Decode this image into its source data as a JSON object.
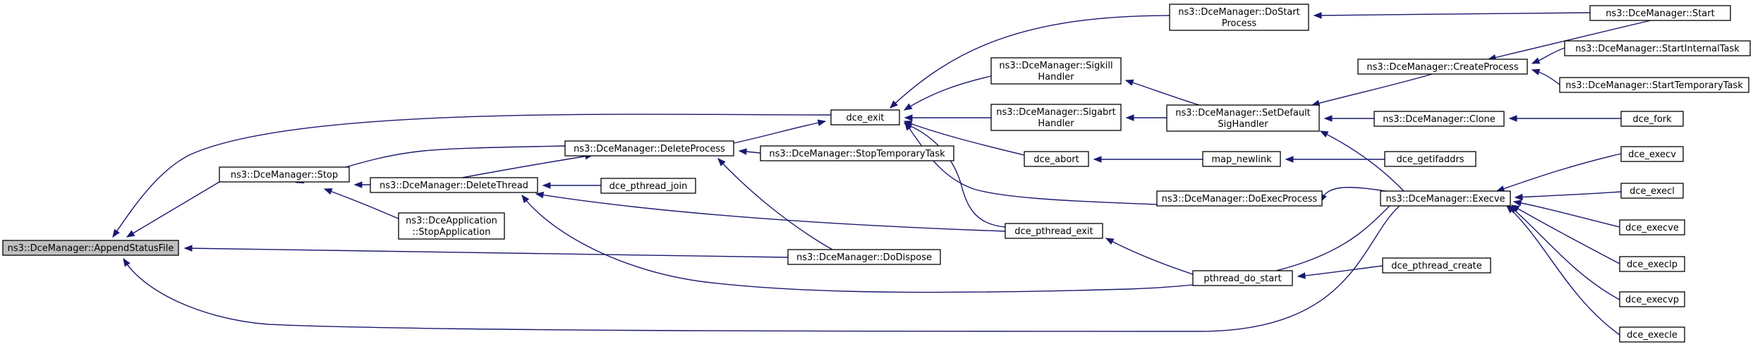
{
  "graph": {
    "edge_color": "#191970",
    "root_fill": "#bfbfbf",
    "node_fill": "#ffffff",
    "nodes": [
      {
        "id": "append",
        "lines": [
          "ns3::DceManager::AppendStatusFile"
        ],
        "root": true
      },
      {
        "id": "dce_exit",
        "lines": [
          "dce_exit"
        ]
      },
      {
        "id": "stop",
        "lines": [
          "ns3::DceManager::Stop"
        ]
      },
      {
        "id": "dodispose",
        "lines": [
          "ns3::DceManager::DoDispose"
        ]
      },
      {
        "id": "execve",
        "lines": [
          "ns3::DceManager::Execve"
        ]
      },
      {
        "id": "dostart",
        "lines": [
          "ns3::DceManager::DoStart",
          "Process"
        ]
      },
      {
        "id": "sigkill",
        "lines": [
          "ns3::DceManager::Sigkill",
          "Handler"
        ]
      },
      {
        "id": "sigabrt",
        "lines": [
          "ns3::DceManager::Sigabrt",
          "Handler"
        ]
      },
      {
        "id": "deleteprocess",
        "lines": [
          "ns3::DceManager::DeleteProcess"
        ]
      },
      {
        "id": "dce_abort",
        "lines": [
          "dce_abort"
        ]
      },
      {
        "id": "doexec",
        "lines": [
          "ns3::DceManager::DoExecProcess"
        ]
      },
      {
        "id": "dce_pthread_exit",
        "lines": [
          "dce_pthread_exit"
        ]
      },
      {
        "id": "deletethread",
        "lines": [
          "ns3::DceManager::DeleteThread"
        ]
      },
      {
        "id": "stopapp",
        "lines": [
          "ns3::DceApplication",
          "::StopApplication"
        ]
      },
      {
        "id": "stoptemp",
        "lines": [
          "ns3::DceManager::StopTemporaryTask"
        ]
      },
      {
        "id": "dce_pthread_join",
        "lines": [
          "dce_pthread_join"
        ]
      },
      {
        "id": "setdefault",
        "lines": [
          "ns3::DceManager::SetDefault",
          "SigHandler"
        ]
      },
      {
        "id": "map_newlink",
        "lines": [
          "map_newlink"
        ]
      },
      {
        "id": "pthread_do_start",
        "lines": [
          "pthread_do_start"
        ]
      },
      {
        "id": "start",
        "lines": [
          "ns3::DceManager::Start"
        ]
      },
      {
        "id": "createprocess",
        "lines": [
          "ns3::DceManager::CreateProcess"
        ]
      },
      {
        "id": "clone",
        "lines": [
          "ns3::DceManager::Clone"
        ]
      },
      {
        "id": "dce_getifaddrs",
        "lines": [
          "dce_getifaddrs"
        ]
      },
      {
        "id": "dce_pthread_create",
        "lines": [
          "dce_pthread_create"
        ]
      },
      {
        "id": "startinternal",
        "lines": [
          "ns3::DceManager::StartInternalTask"
        ]
      },
      {
        "id": "starttemporary",
        "lines": [
          "ns3::DceManager::StartTemporaryTask"
        ]
      },
      {
        "id": "dce_fork",
        "lines": [
          "dce_fork"
        ]
      },
      {
        "id": "dce_execv",
        "lines": [
          "dce_execv"
        ]
      },
      {
        "id": "dce_execl",
        "lines": [
          "dce_execl"
        ]
      },
      {
        "id": "dce_execve",
        "lines": [
          "dce_execve"
        ]
      },
      {
        "id": "dce_execlp",
        "lines": [
          "dce_execlp"
        ]
      },
      {
        "id": "dce_execvp",
        "lines": [
          "dce_execvp"
        ]
      },
      {
        "id": "dce_execle",
        "lines": [
          "dce_execle"
        ]
      }
    ],
    "edges": [
      {
        "from": "dce_exit",
        "to": "append"
      },
      {
        "from": "stop",
        "to": "append"
      },
      {
        "from": "dodispose",
        "to": "append"
      },
      {
        "from": "execve",
        "to": "append"
      },
      {
        "from": "dostart",
        "to": "dce_exit"
      },
      {
        "from": "sigkill",
        "to": "dce_exit"
      },
      {
        "from": "sigabrt",
        "to": "dce_exit"
      },
      {
        "from": "deleteprocess",
        "to": "dce_exit"
      },
      {
        "from": "dce_abort",
        "to": "dce_exit"
      },
      {
        "from": "doexec",
        "to": "dce_exit"
      },
      {
        "from": "dce_pthread_exit",
        "to": "dce_exit"
      },
      {
        "from": "deleteprocess",
        "to": "stop"
      },
      {
        "from": "deletethread",
        "to": "stop"
      },
      {
        "from": "stopapp",
        "to": "stop"
      },
      {
        "from": "stoptemp",
        "to": "deleteprocess"
      },
      {
        "from": "dodispose",
        "to": "deleteprocess"
      },
      {
        "from": "deletethread",
        "to": "deleteprocess"
      },
      {
        "from": "dce_pthread_join",
        "to": "deletethread"
      },
      {
        "from": "dce_pthread_exit",
        "to": "deletethread"
      },
      {
        "from": "execve",
        "to": "deletethread"
      },
      {
        "from": "start",
        "to": "dostart"
      },
      {
        "from": "setdefault",
        "to": "sigkill"
      },
      {
        "from": "setdefault",
        "to": "sigabrt"
      },
      {
        "from": "map_newlink",
        "to": "dce_abort"
      },
      {
        "from": "execve",
        "to": "doexec"
      },
      {
        "from": "pthread_do_start",
        "to": "dce_pthread_exit"
      },
      {
        "from": "createprocess",
        "to": "setdefault"
      },
      {
        "from": "clone",
        "to": "setdefault"
      },
      {
        "from": "execve",
        "to": "setdefault"
      },
      {
        "from": "dce_getifaddrs",
        "to": "map_newlink"
      },
      {
        "from": "dce_pthread_create",
        "to": "pthread_do_start"
      },
      {
        "from": "startinternal",
        "to": "createprocess"
      },
      {
        "from": "starttemporary",
        "to": "createprocess"
      },
      {
        "from": "start",
        "to": "createprocess"
      },
      {
        "from": "dce_fork",
        "to": "clone"
      },
      {
        "from": "dce_execv",
        "to": "execve"
      },
      {
        "from": "dce_execl",
        "to": "execve"
      },
      {
        "from": "dce_execve",
        "to": "execve"
      },
      {
        "from": "dce_execlp",
        "to": "execve"
      },
      {
        "from": "dce_execvp",
        "to": "execve"
      },
      {
        "from": "dce_execle",
        "to": "execve"
      }
    ]
  }
}
